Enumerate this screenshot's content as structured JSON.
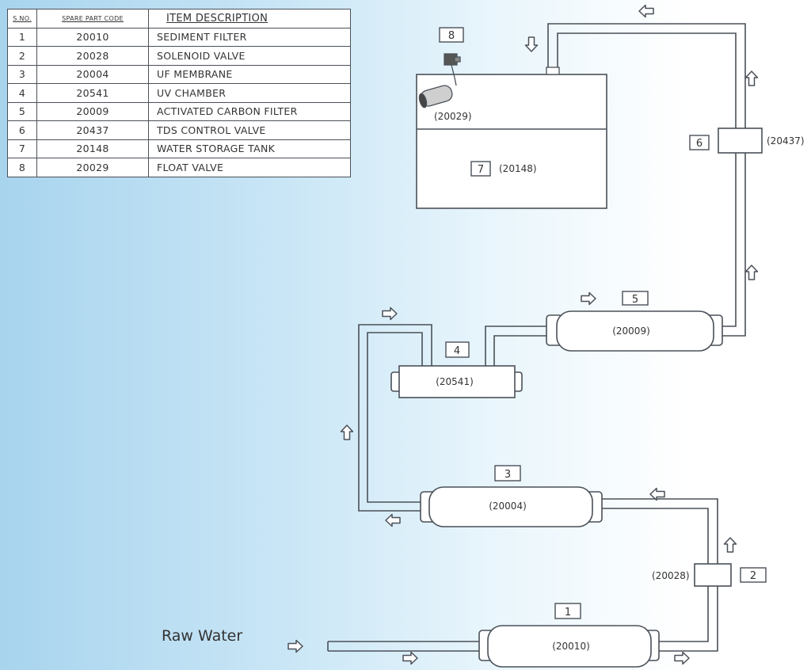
{
  "table": {
    "headers": {
      "sno": "S.NO.",
      "code": "SPARE PART CODE",
      "desc": "ITEM DESCRIPTION"
    },
    "rows": [
      {
        "sno": "1",
        "code": "20010",
        "desc": "SEDIMENT FILTER"
      },
      {
        "sno": "2",
        "code": "20028",
        "desc": "SOLENOID VALVE"
      },
      {
        "sno": "3",
        "code": "20004",
        "desc": "UF MEMBRANE"
      },
      {
        "sno": "4",
        "code": "20541",
        "desc": "UV CHAMBER"
      },
      {
        "sno": "5",
        "code": "20009",
        "desc": "ACTIVATED CARBON FILTER"
      },
      {
        "sno": "6",
        "code": "20437",
        "desc": "TDS CONTROL VALVE"
      },
      {
        "sno": "7",
        "code": "20148",
        "desc": "WATER STORAGE TANK"
      },
      {
        "sno": "8",
        "code": "20029",
        "desc": "FLOAT VALVE"
      }
    ]
  },
  "diagram": {
    "raw_water": "Raw Water",
    "components": {
      "sediment_filter": {
        "num": "1",
        "code": "(20010)"
      },
      "solenoid_valve": {
        "num": "2",
        "code": "(20028)"
      },
      "uf_membrane": {
        "num": "3",
        "code": "(20004)"
      },
      "uv_chamber": {
        "num": "4",
        "code": "(20541)"
      },
      "carbon_filter": {
        "num": "5",
        "code": "(20009)"
      },
      "tds_valve": {
        "num": "6",
        "code": "(20437)"
      },
      "storage_tank": {
        "num": "7",
        "code": "(20148)"
      },
      "float_valve": {
        "num": "8",
        "code": "(20029)"
      }
    }
  },
  "colors": {
    "line": "#4a5058",
    "background_left": "#a8d4ee",
    "background_right": "#ffffff"
  }
}
